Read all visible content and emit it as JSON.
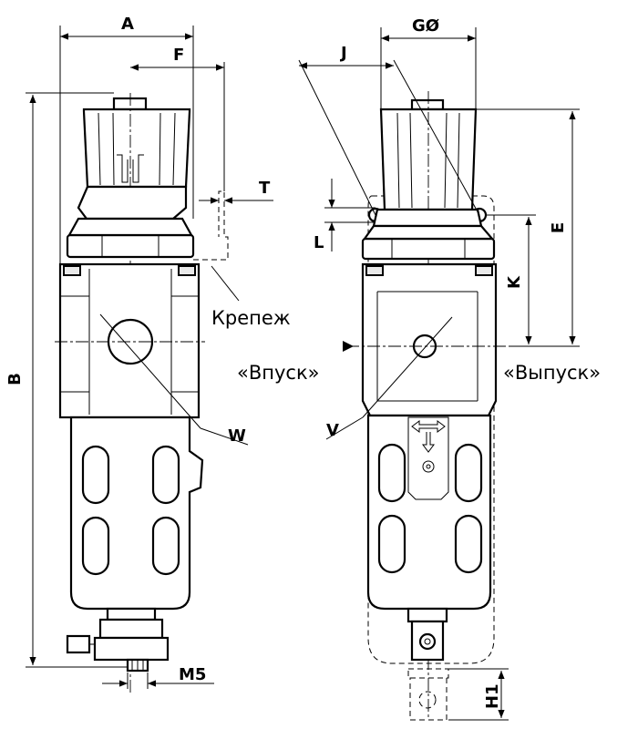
{
  "dimensions": {
    "a": "A",
    "f": "F",
    "t": "T",
    "b": "B",
    "w": "W",
    "m5": "M5",
    "g": "GØ",
    "j": "J",
    "l": "L",
    "e": "E",
    "k": "K",
    "v": "V",
    "h1": "H1"
  },
  "callouts": {
    "mounting": "Крепеж",
    "inlet": "«Впуск»",
    "outlet": "«Выпуск»"
  },
  "colors": {
    "line": "#000000",
    "fill": "#ffffff",
    "shade": "#e9e9e9"
  }
}
